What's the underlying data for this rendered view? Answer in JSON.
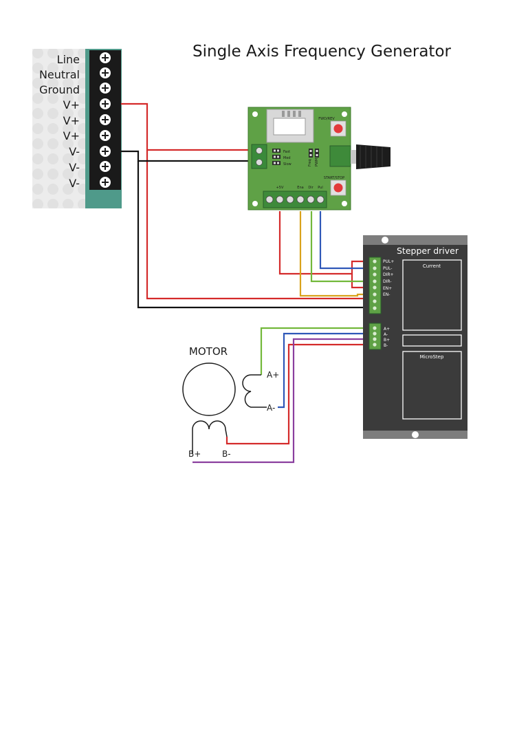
{
  "title": "Single Axis Frequency Generator",
  "power_supply": {
    "terminals": [
      "Line",
      "Neutral",
      "Ground",
      "V+",
      "V+",
      "V+",
      "V-",
      "V-",
      "V-"
    ]
  },
  "generator_board": {
    "fwd_rev_label": "FWD/REV",
    "start_stop_label": "START/STOP",
    "speed_labels": [
      "Fast",
      "Med",
      "Slow"
    ],
    "jumper_labels": [
      "Freq",
      "PWM"
    ],
    "terminal_labels": [
      "+5V",
      "Ena",
      "Dir",
      "Pul"
    ]
  },
  "driver": {
    "title": "Stepper driver",
    "current_label": "Current",
    "microstep_label": "MicroStep",
    "signal_pins": [
      "PUL+",
      "PUL-",
      "DIR+",
      "DIR-",
      "EN+",
      "EN-"
    ],
    "motor_pins": [
      "A+",
      "A-",
      "B+",
      "B-"
    ]
  },
  "motor": {
    "label": "MOTOR",
    "coil_labels": [
      "A+",
      "A-",
      "B+",
      "B-"
    ]
  },
  "colors": {
    "red": "#d42a2a",
    "black": "#111111",
    "blue": "#2e57b8",
    "green": "#72b83a",
    "yellow": "#d9a21b",
    "purple": "#8a3e9e",
    "board_green": "#5fa146",
    "driver_body": "#3b3b3b"
  }
}
